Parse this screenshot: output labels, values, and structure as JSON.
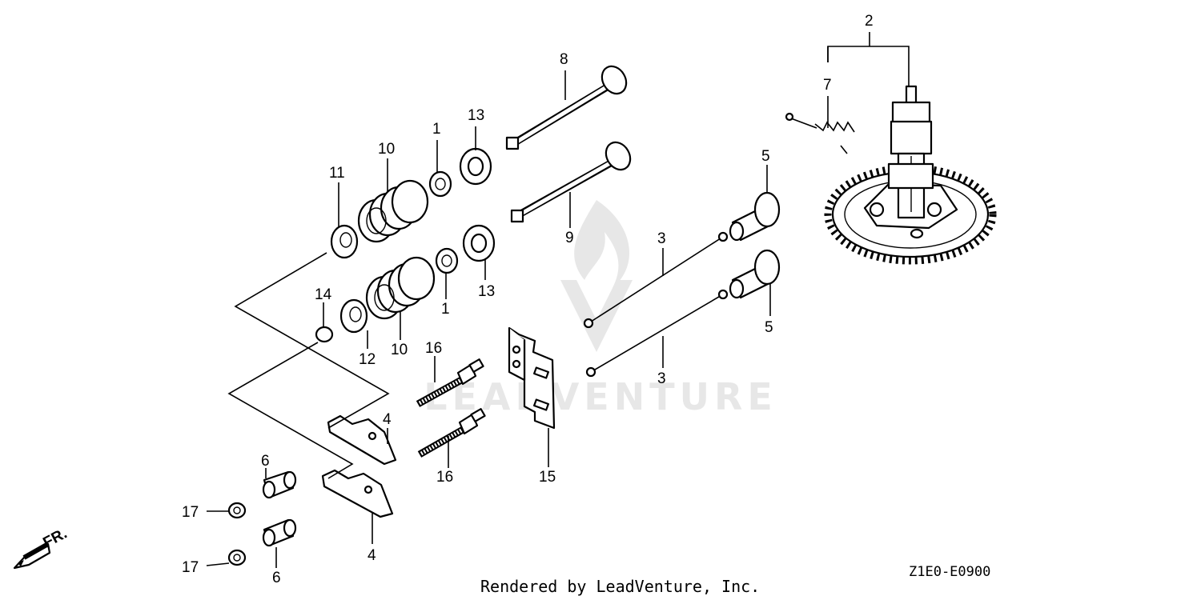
{
  "diagram": {
    "callouts": [
      {
        "id": "c2a",
        "label": "2"
      },
      {
        "id": "c7",
        "label": "7"
      },
      {
        "id": "c8",
        "label": "8"
      },
      {
        "id": "c13a",
        "label": "13"
      },
      {
        "id": "c1a",
        "label": "1"
      },
      {
        "id": "c10a",
        "label": "10"
      },
      {
        "id": "c11",
        "label": "11"
      },
      {
        "id": "c9",
        "label": "9"
      },
      {
        "id": "c5a",
        "label": "5"
      },
      {
        "id": "c3a",
        "label": "3"
      },
      {
        "id": "c13b",
        "label": "13"
      },
      {
        "id": "c1b",
        "label": "1"
      },
      {
        "id": "c14",
        "label": "14"
      },
      {
        "id": "c12",
        "label": "12"
      },
      {
        "id": "c10b",
        "label": "10"
      },
      {
        "id": "c5b",
        "label": "5"
      },
      {
        "id": "c3b",
        "label": "3"
      },
      {
        "id": "c16a",
        "label": "16"
      },
      {
        "id": "c4a",
        "label": "4"
      },
      {
        "id": "c16b",
        "label": "16"
      },
      {
        "id": "c15",
        "label": "15"
      },
      {
        "id": "c6a",
        "label": "6"
      },
      {
        "id": "c17a",
        "label": "17"
      },
      {
        "id": "c4b",
        "label": "4"
      },
      {
        "id": "c17b",
        "label": "17"
      },
      {
        "id": "c6b",
        "label": "6"
      }
    ],
    "front_indicator": "FR.",
    "diagram_code": "Z1E0-E0900",
    "footer_credit": "Rendered by LeadVenture, Inc.",
    "watermark": "LEADVENTURE"
  }
}
